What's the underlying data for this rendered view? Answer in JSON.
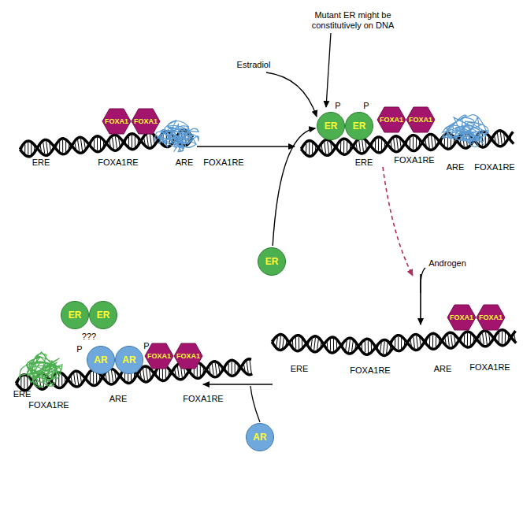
{
  "diagram": {
    "nodes": [
      {
        "text": [
          "FOXA1"
        ]
      },
      {
        "text": [
          "FOXA1"
        ]
      },
      {
        "text": [
          "ER"
        ]
      },
      {
        "text": [
          "ER"
        ]
      },
      {
        "text": [
          "FOXA1"
        ]
      },
      {
        "text": [
          "FOXA1"
        ]
      },
      {
        "text": [
          "ER"
        ]
      },
      {
        "text": [
          "FOXA1"
        ]
      },
      {
        "text": [
          "FOXA1"
        ]
      },
      {
        "text": [
          "ER"
        ]
      },
      {
        "text": [
          "ER"
        ]
      },
      {
        "text": [
          "AR"
        ]
      },
      {
        "text": [
          "AR"
        ]
      },
      {
        "text": [
          "FOXA1"
        ]
      },
      {
        "text": [
          "FOXA1"
        ]
      },
      {
        "text": [
          "AR"
        ]
      }
    ],
    "edges": [
      {
        "from": 6,
        "to": 2,
        "arrow": "to"
      }
    ],
    "labels": [
      "Mutant ER might be constitutively on DNA",
      "Estradiol",
      "P",
      "P",
      "ERE",
      "FOXA1RE",
      "ARE",
      "FOXA1RE",
      "ERE",
      "FOXA1RE",
      "ARE",
      "FOXA1RE",
      "Androgen",
      "ERE",
      "FOXA1RE",
      "ARE",
      "FOXA1RE",
      "???",
      "P",
      "P",
      "ERE",
      "FOXA1RE",
      "ARE",
      "FOXA1RE"
    ]
  }
}
